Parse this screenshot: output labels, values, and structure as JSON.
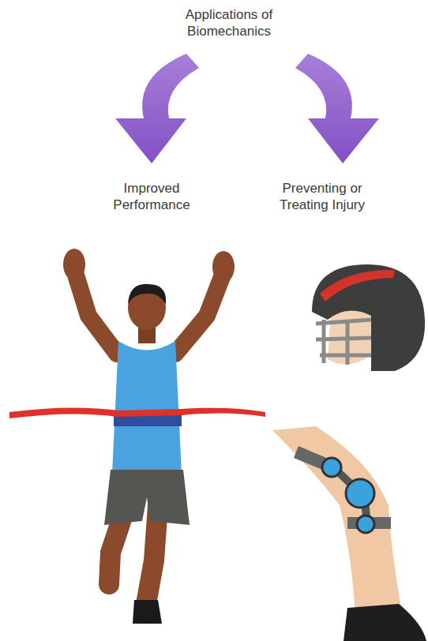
{
  "diagram": {
    "title": "Applications of Biomechanics",
    "labels": [
      "Improved Performance",
      "Preventing or Treating Injury"
    ]
  }
}
